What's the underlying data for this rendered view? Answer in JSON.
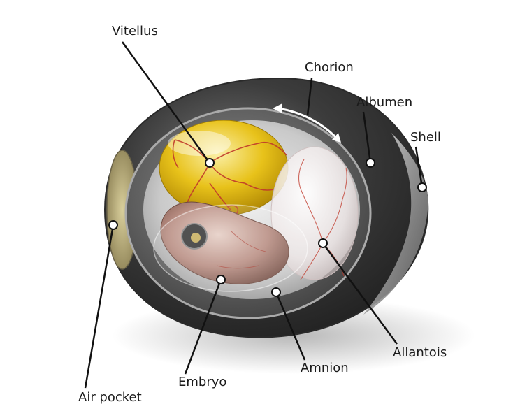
{
  "labels": {
    "vitellus": "Vitellus",
    "chorion": "Chorion",
    "albumen": "Albumen",
    "shell": "Shell",
    "allantois": "Allantois",
    "amnion": "Amnion",
    "embryo": "Embryo",
    "air_pocket": "Air pocket"
  },
  "colors": {
    "shell_outer": "#4a4a4a",
    "shell_highlight": "#bdbdbd",
    "albumen": "#d9d9d9",
    "yolk": "#e8c21a",
    "yolk_light": "#f7e58c",
    "vessels": "#c0392b",
    "air_pocket": "#efe6c4",
    "embryo": "#c9a59b",
    "leader_line": "#111111"
  }
}
